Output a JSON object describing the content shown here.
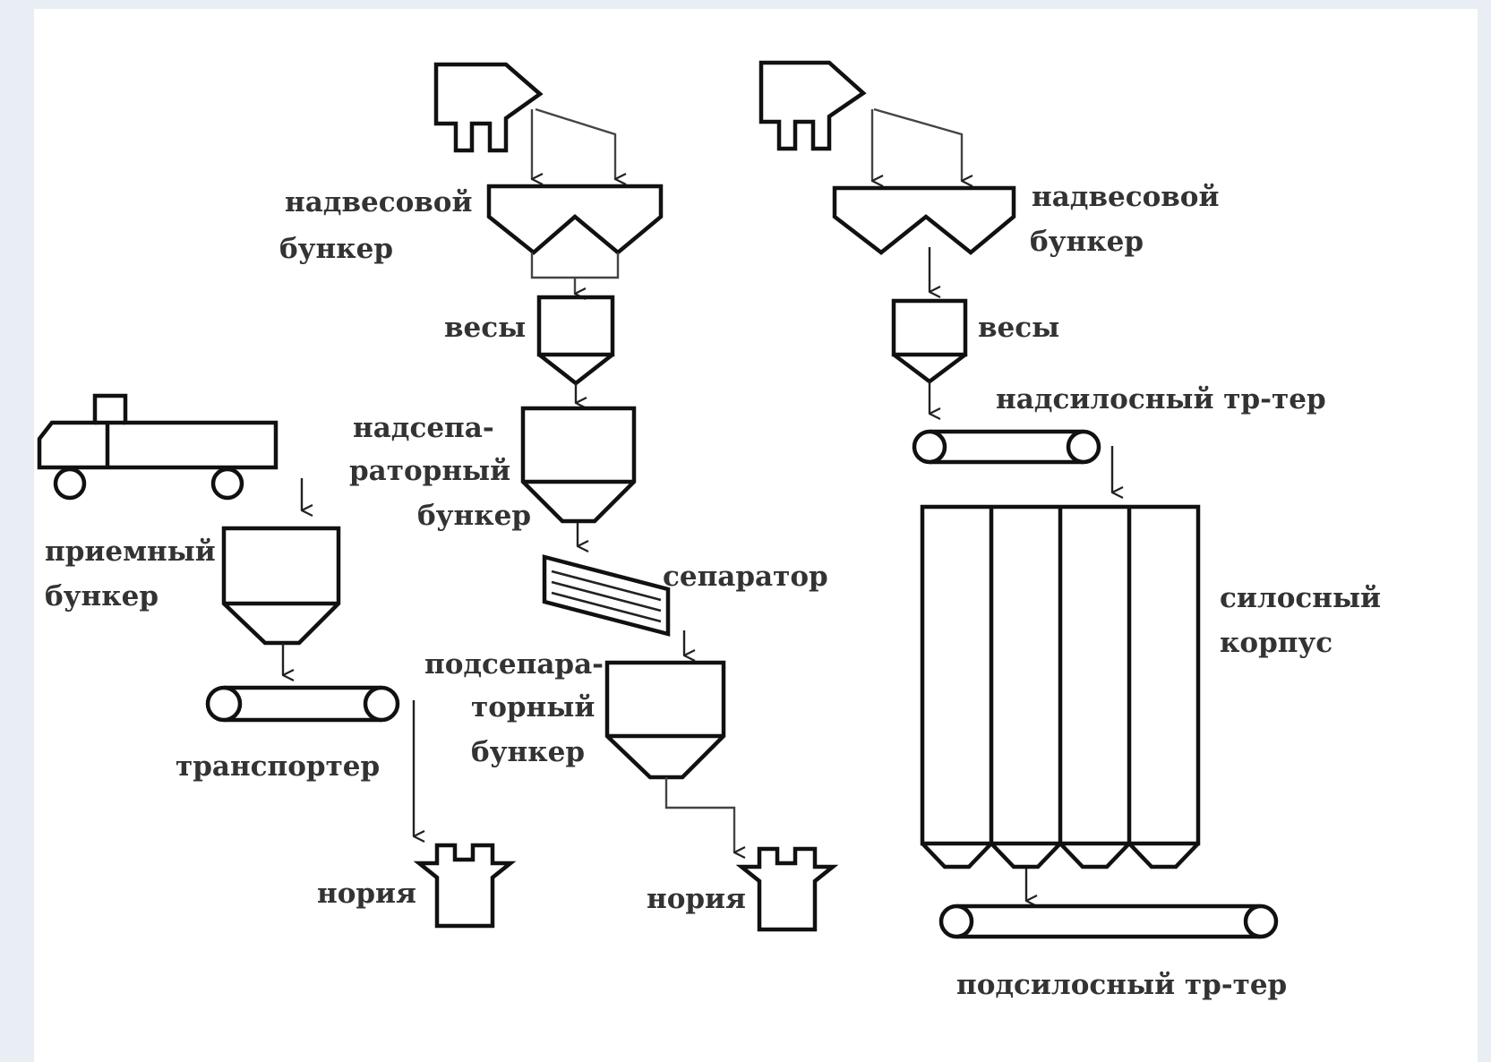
{
  "colors": {
    "frame": "#e9eef5",
    "ink": "#111111",
    "text": "#333333"
  },
  "labels": {
    "nadvesovoy_bunker_left": [
      "надвесовой",
      "бункер"
    ],
    "vesy_left": "весы",
    "nadseparatorny_bunker": [
      "надсепа-",
      "раторный",
      "бункер"
    ],
    "priemny_bunker": [
      "приемный",
      "бункер"
    ],
    "transporter": "транспортер",
    "separator": "сепаратор",
    "podseparatorny_bunker": [
      "подсепара-",
      "торный",
      "бункер"
    ],
    "noria_left": "нория",
    "noria_mid": "нория",
    "nadvesovoy_bunker_right": [
      "надвесовой",
      "бункер"
    ],
    "vesy_right": "весы",
    "nadsilosny_transporter": "надсилосный тр-тер",
    "silosny_korpus": [
      "силосный",
      "корпус"
    ],
    "podsilosny_transporter": "подсилосный тр-тер"
  },
  "icons": [
    "elevator-building-icon",
    "truck-icon",
    "hopper-icon",
    "scale-icon",
    "conveyor-icon",
    "separator-icon",
    "noria-icon",
    "silo-icon"
  ]
}
